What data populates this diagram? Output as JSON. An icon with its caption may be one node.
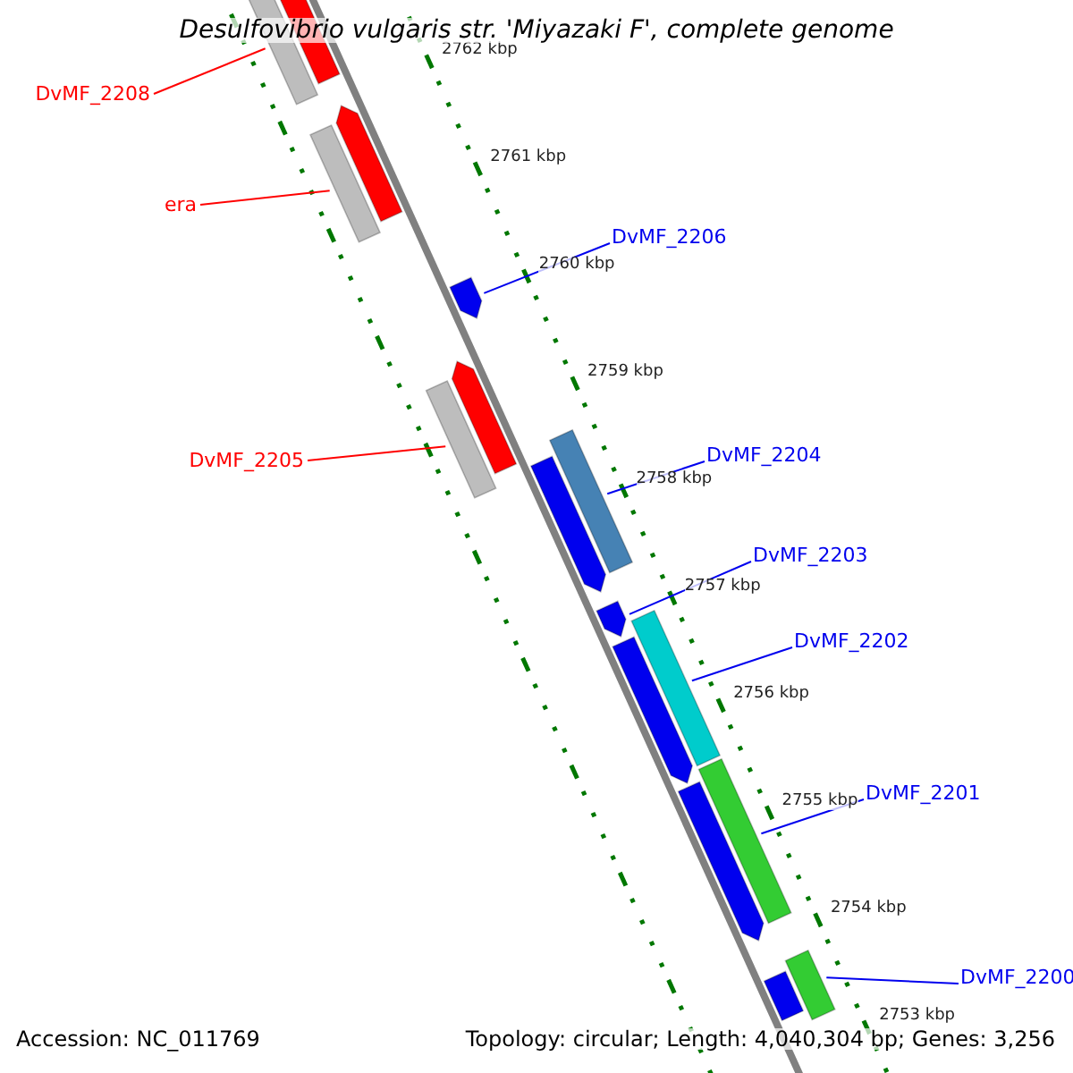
{
  "diagram": {
    "title": "Desulfovibrio vulgaris str. 'Miyazaki F', complete genome",
    "nodes": [
      {
        "text": [
          "DvMF_2208"
        ]
      },
      {
        "text": [],
        "shape": "bar"
      },
      {
        "text": [],
        "shape": "arrow"
      },
      {
        "text": [
          "era"
        ]
      },
      {
        "text": [],
        "shape": "bar"
      },
      {
        "text": [],
        "shape": "arrow"
      },
      {
        "text": [
          "DvMF_2206"
        ]
      },
      {
        "text": [],
        "shape": "arrow"
      },
      {
        "text": [
          "DvMF_2205"
        ]
      },
      {
        "text": [],
        "shape": "bar"
      },
      {
        "text": [],
        "shape": "arrow"
      },
      {
        "text": [
          "DvMF_2204"
        ]
      },
      {
        "text": [],
        "shape": "arrow"
      },
      {
        "text": [],
        "shape": "bar"
      },
      {
        "text": [
          "DvMF_2203"
        ]
      },
      {
        "text": [],
        "shape": "arrow"
      },
      {
        "text": [
          "DvMF_2202"
        ]
      },
      {
        "text": [],
        "shape": "arrow"
      },
      {
        "text": [],
        "shape": "bar"
      },
      {
        "text": [
          "DvMF_2201"
        ]
      },
      {
        "text": [],
        "shape": "arrow"
      },
      {
        "text": [],
        "shape": "bar"
      },
      {
        "text": [
          "DvMF_2200"
        ]
      },
      {
        "text": [],
        "shape": "arrow"
      },
      {
        "text": [],
        "shape": "bar"
      }
    ],
    "edges": [
      {
        "from": 0,
        "to": 1,
        "arrow": "none",
        "color": "#ff0000"
      },
      {
        "from": 3,
        "to": 4,
        "arrow": "none",
        "color": "#ff0000"
      },
      {
        "from": 6,
        "to": 7,
        "arrow": "none"
      },
      {
        "from": 8,
        "to": 9,
        "arrow": "none",
        "color": "#ff0000"
      },
      {
        "from": 11,
        "to": 13,
        "arrow": "none"
      },
      {
        "from": 14,
        "to": 15,
        "arrow": "none"
      },
      {
        "from": 16,
        "to": 18,
        "arrow": "none"
      },
      {
        "from": 19,
        "to": 21,
        "arrow": "none"
      },
      {
        "from": 22,
        "to": 24,
        "arrow": "none"
      }
    ],
    "labels": [
      "2762 kbp",
      "2761 kbp",
      "2760 kbp",
      "2759 kbp",
      "2758 kbp",
      "2757 kbp",
      "2756 kbp",
      "2755 kbp",
      "2754 kbp",
      "2753 kbp",
      "Accession: NC_011769",
      "Topology: circular; Length: 4,040,304 bp; Genes: 3,256"
    ]
  }
}
